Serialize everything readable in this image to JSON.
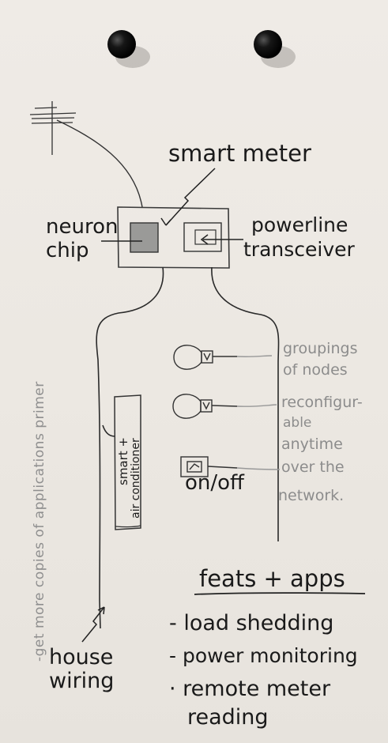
{
  "labels": {
    "smart_meter": "smart meter",
    "neuron_chip_1": "neuron",
    "neuron_chip_2": "chip",
    "transceiver_1": "powerline",
    "transceiver_2": "transceiver",
    "groupings": [
      "groupings",
      "of nodes",
      "reconfigur-",
      "able",
      "anytime",
      "over the",
      "network."
    ],
    "appliance": [
      "smart +",
      "air conditioner"
    ],
    "switch_label": "on/off",
    "house_wiring_1": "house",
    "house_wiring_2": "wiring",
    "side_note": "-get more copies of applications primer"
  },
  "feats": {
    "heading": "feats + apps",
    "items": [
      "- load shedding",
      "- power monitoring",
      "· remote meter",
      "reading"
    ]
  },
  "colors": {
    "ink": "#1a1a1a",
    "pencil": "#8c8c8c",
    "chip_fill": "#9a9a98",
    "pin": "#111111"
  }
}
